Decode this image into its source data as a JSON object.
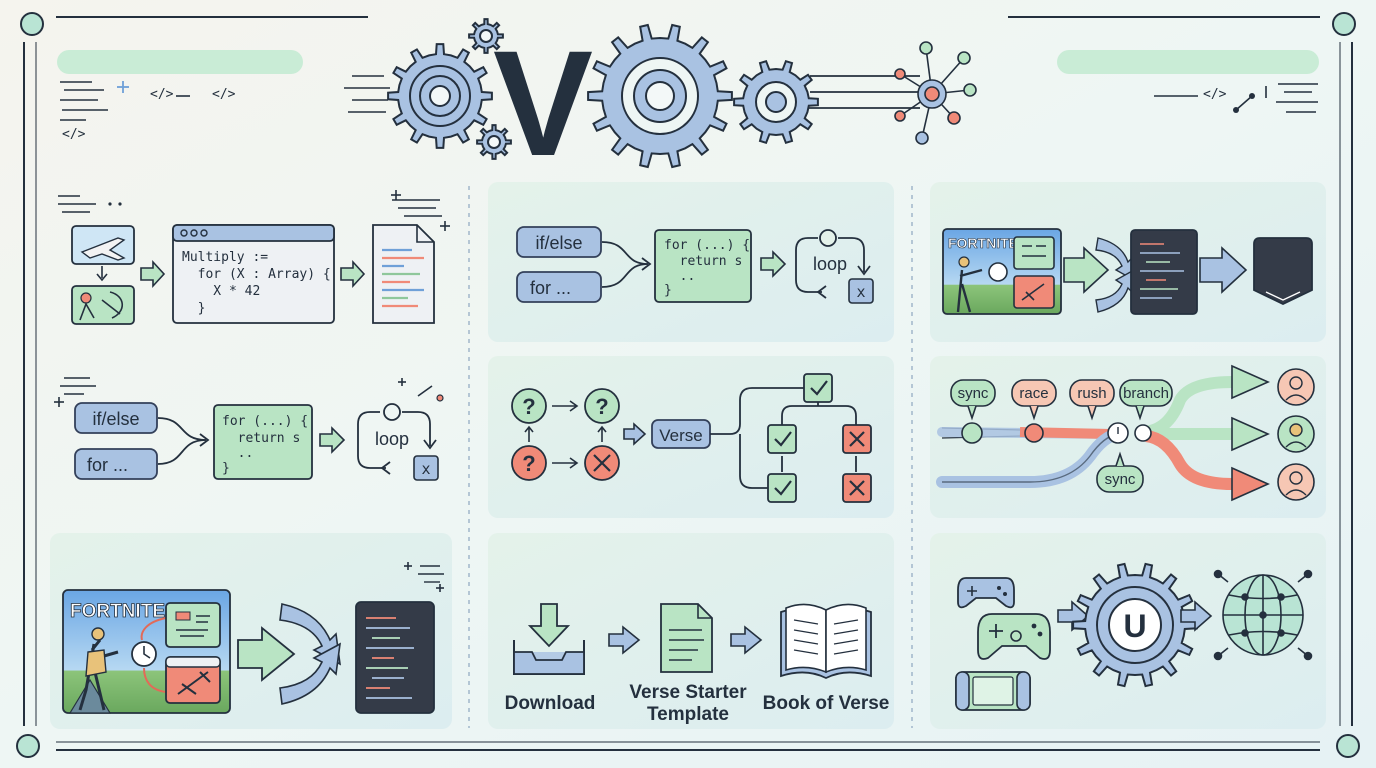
{
  "header": {
    "logo_letter": "V",
    "left_snippets": [
      "</>",
      "</>",
      "</>"
    ],
    "right_snippets": [
      "</>"
    ]
  },
  "panel_a": {
    "code_lines": [
      "Multiply :=",
      "  for (X : Array) {",
      "    X * 42",
      "  }"
    ]
  },
  "panel_b": {
    "if_label": "if/else",
    "for_label": "for ...",
    "code_lines": [
      "for (...) {",
      "  return s",
      "  .."
    ],
    "code_close": "}",
    "loop_label": "loop",
    "x_label": "x"
  },
  "panel_c": {
    "if_label": "if/else",
    "for_label": "for ...",
    "code_lines": [
      "for (...) {",
      "  return s",
      "  .."
    ],
    "code_close": "}",
    "loop_label": "loop",
    "x_label": "x"
  },
  "panel_d": {
    "q_mark": "?",
    "verse_label": "Verse"
  },
  "panel_e": {
    "fortnite_label": "FORTNITE"
  },
  "panel_f": {
    "fortnite_label": "FORTNITE"
  },
  "panel_g": {
    "labels": [
      "sync",
      "race",
      "rush",
      "branch"
    ],
    "sync_bottom": "sync"
  },
  "panel_h": {
    "download_label": "Download",
    "template_line1": "Verse Starter",
    "template_line2": "Template",
    "book_label": "Book of Verse"
  },
  "panel_i": {
    "engine_letter": "U"
  },
  "colors": {
    "dark": "#24303e",
    "blue": "#a9c2e2",
    "blue_stroke": "#33405a",
    "green": "#b9e4c4",
    "red": "#f08a78",
    "panel": "#e2f1ea"
  }
}
